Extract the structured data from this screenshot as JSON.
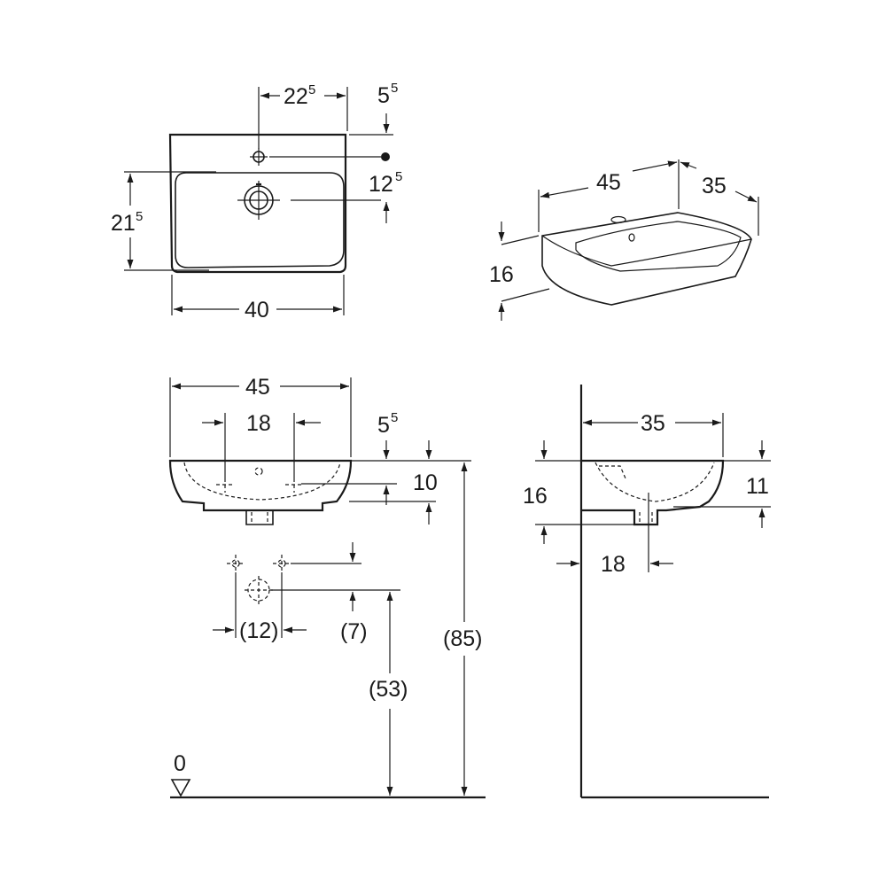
{
  "diagram": {
    "top_view": {
      "width_label": "40",
      "tap_offset_label": "22",
      "tap_offset_sup": "5",
      "back_edge_label": "5",
      "back_edge_sup": "5",
      "drain_offset_label": "12",
      "drain_offset_sup": "5",
      "depth_label": "21",
      "depth_sup": "5"
    },
    "iso_view": {
      "width_label": "45",
      "depth_label": "35",
      "height_label": "16"
    },
    "front_view": {
      "width_label": "45",
      "fixing_distance_label": "18",
      "rim_offset_label": "5",
      "rim_offset_sup": "5",
      "bowl_height_label": "10",
      "supply_spacing_label": "(12)",
      "supply_height_label": "(7)",
      "waste_height_label": "(53)",
      "rim_height_label": "(85)",
      "floor_label": "0"
    },
    "side_view": {
      "depth_label": "35",
      "height_label": "16",
      "inner_height_label": "11",
      "wall_distance_label": "18"
    }
  }
}
